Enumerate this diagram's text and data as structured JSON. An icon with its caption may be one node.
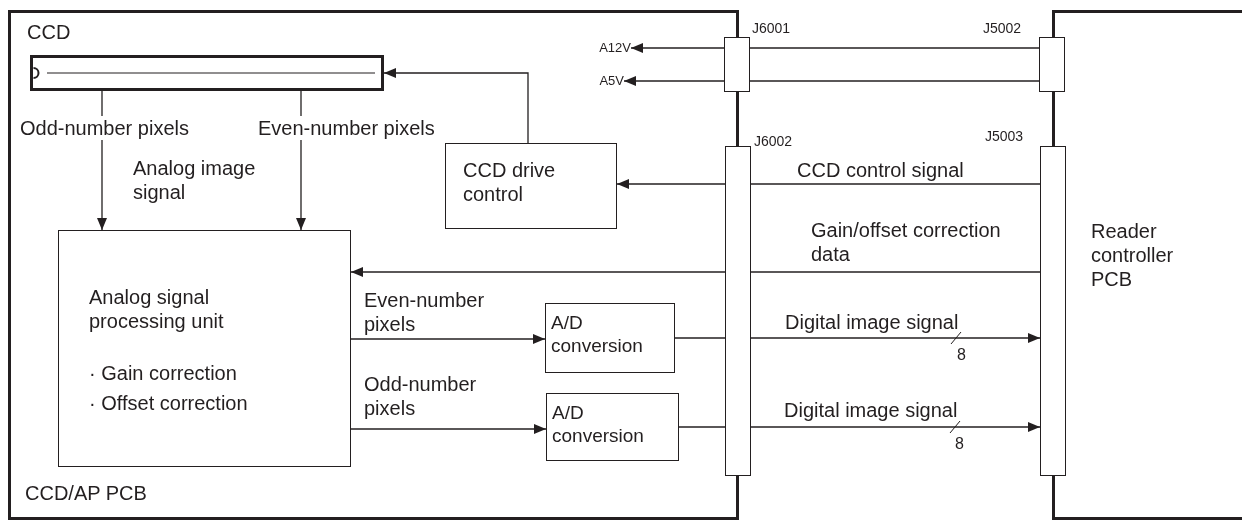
{
  "diagram": {
    "nodes": [
      {
        "text": [
          "CCD/AP PCB"
        ]
      },
      {
        "text": [
          "Reader controller PCB"
        ]
      },
      {
        "text": [
          "CCD"
        ],
        "in": 0
      },
      {
        "text": [
          "CCD drive control"
        ],
        "in": 0
      },
      {
        "text": [
          "Analog signal processing unit",
          "· Gain correction",
          "· Offset correction"
        ],
        "in": 0
      },
      {
        "text": [
          "A/D conversion"
        ],
        "in": 0
      },
      {
        "text": [
          "A/D conversion"
        ],
        "in": 0
      },
      {
        "text": [],
        "shape": "box",
        "beside": [
          "J6001"
        ]
      },
      {
        "text": [],
        "shape": "box",
        "beside": [
          "J5002"
        ]
      },
      {
        "text": [],
        "shape": "box",
        "beside": [
          "J6002"
        ]
      },
      {
        "text": [],
        "shape": "box",
        "beside": [
          "J5003"
        ]
      },
      {
        "text": [
          "A12V"
        ],
        "in": 0
      },
      {
        "text": [
          "A5V"
        ],
        "in": 0
      }
    ],
    "edges": [
      {
        "from": 8,
        "to": 7,
        "arrow": "none"
      },
      {
        "from": 8,
        "to": 7,
        "arrow": "none"
      },
      {
        "from": 7,
        "to": 11,
        "arrow": "to"
      },
      {
        "from": 7,
        "to": 12,
        "arrow": "to"
      },
      {
        "from": 3,
        "to": 2,
        "arrow": "to"
      },
      {
        "from": 2,
        "to": 4,
        "arrow": "to",
        "label": "Odd-number pixels"
      },
      {
        "from": 2,
        "to": 4,
        "arrow": "to",
        "label": "Even-number pixels"
      },
      {
        "from": 10,
        "to": 9,
        "arrow": "none",
        "label": "CCD control signal"
      },
      {
        "from": 9,
        "to": 3,
        "arrow": "to"
      },
      {
        "from": 10,
        "to": 9,
        "arrow": "none",
        "label": "Gain/offset correction data"
      },
      {
        "from": 9,
        "to": 4,
        "arrow": "to"
      },
      {
        "from": 4,
        "to": 5,
        "arrow": "to",
        "label": "Even-number pixels"
      },
      {
        "from": 4,
        "to": 6,
        "arrow": "to",
        "label": "Odd-number pixels"
      },
      {
        "from": 5,
        "to": 9,
        "arrow": "none"
      },
      {
        "from": 9,
        "to": 10,
        "arrow": "to",
        "label": "Digital image signal"
      },
      {
        "from": 6,
        "to": 9,
        "arrow": "none"
      },
      {
        "from": 9,
        "to": 10,
        "arrow": "to",
        "label": "Digital image signal"
      }
    ],
    "labels": [
      "Analog image signal",
      "8",
      "8"
    ]
  }
}
